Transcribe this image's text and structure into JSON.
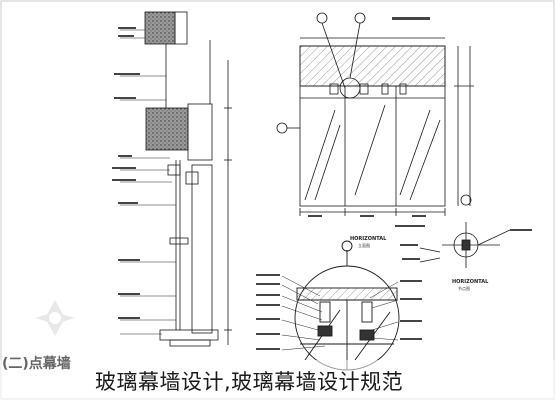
{
  "caption": "玻璃幕墙设计,玻璃幕墙设计规范",
  "section_title": "(二)点幕墙",
  "labels": {
    "elevation_detail": "HORIZONTAL",
    "elevation_sub": "立面图",
    "detail_b": "HORIZONTAL",
    "detail_b_sub": "节点图"
  },
  "colors": {
    "line": "#1a1a1a",
    "hatch": "#6a6a6a",
    "glass": "#ffffff",
    "concrete": "#888888"
  },
  "icons": [
    "watermark-logo"
  ]
}
